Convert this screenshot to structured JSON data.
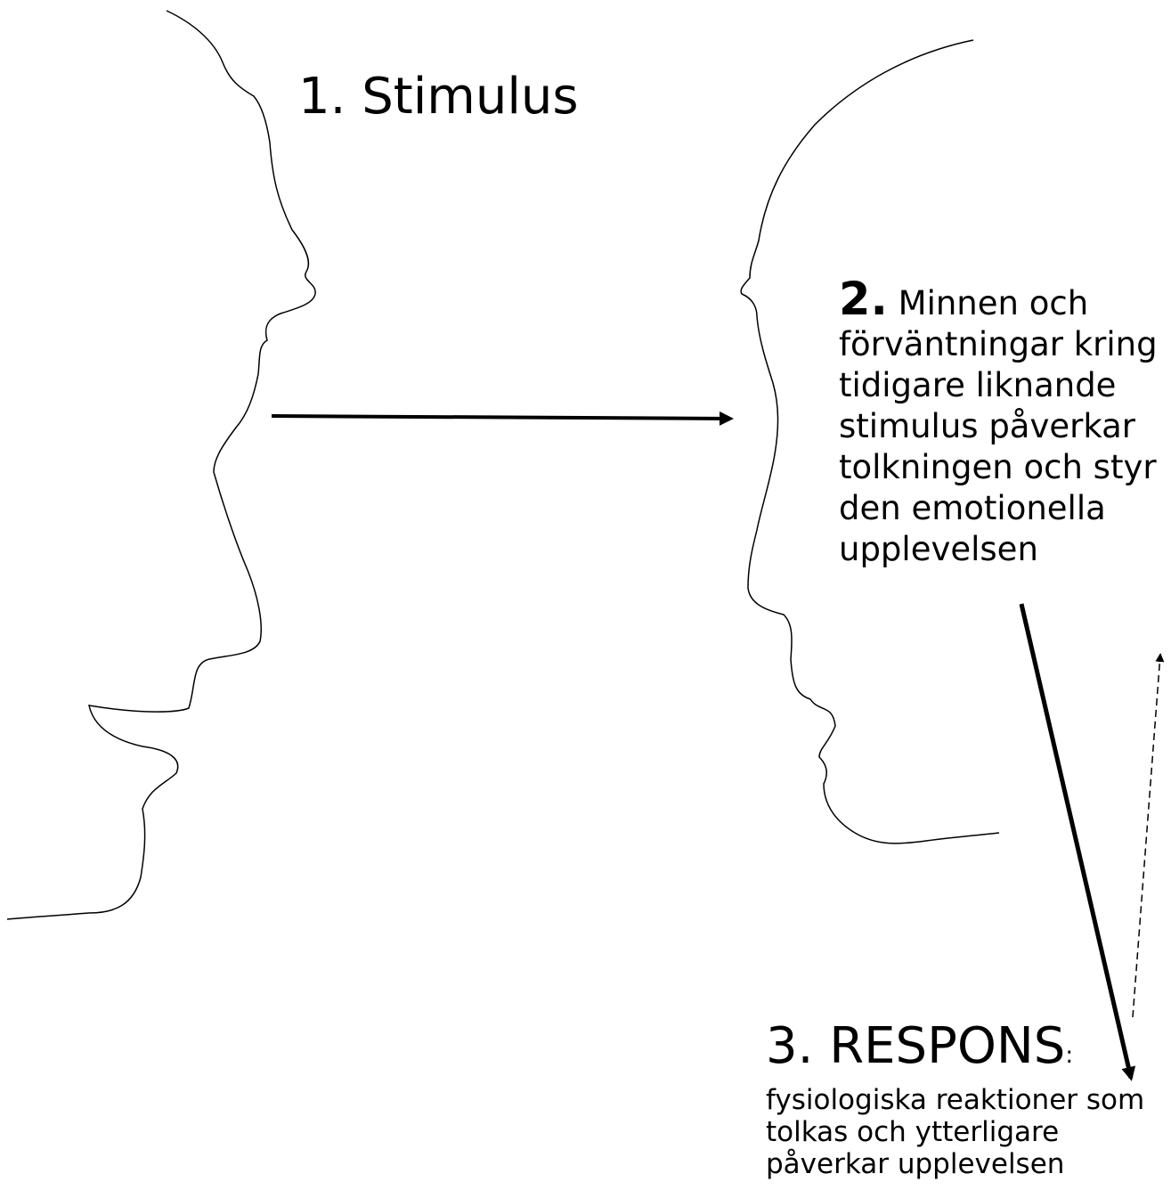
{
  "step1": {
    "label": "1. Stimulus"
  },
  "step2": {
    "number": "2.",
    "lines": [
      "Minnen och",
      "förväntningar kring",
      "tidigare liknande",
      "stimulus påverkar",
      "tolkningen och styr",
      "den emotionella",
      "upplevelsen"
    ]
  },
  "step3": {
    "heading": "3. RESPONS",
    "colon": ":",
    "lines": [
      "fysiologiska reaktioner som",
      "tolkas och ytterligare",
      "påverkar upplevelsen"
    ]
  },
  "colors": {
    "stroke": "#000000",
    "background": "#ffffff"
  }
}
